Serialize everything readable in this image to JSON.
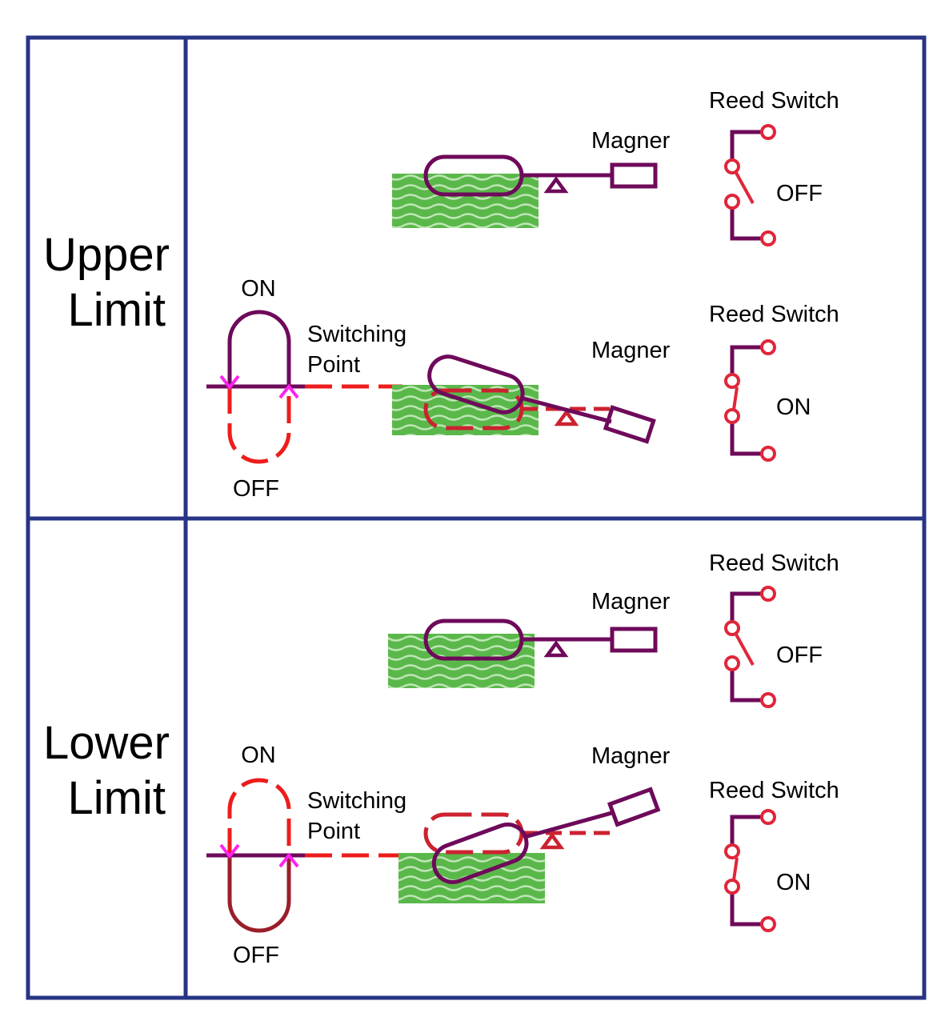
{
  "colors": {
    "frame": "#283484",
    "arm": "#6e0a5a",
    "switch_red": "#e0263a",
    "dash_red": "#cc2230",
    "water": "#5ab84a",
    "water_light": "#bfe6b6",
    "arrow_magenta": "#ff22ee",
    "dark_red": "#9a1e2a"
  },
  "rows": [
    {
      "title_line1": "Upper",
      "title_line2": "Limit",
      "top": {
        "magnet_label": "Magner",
        "switch_label": "Reed Switch",
        "switch_state": "OFF"
      },
      "bottom": {
        "on_label": "ON",
        "off_label": "OFF",
        "switching_line1": "Switching",
        "switching_line2": "Point",
        "magnet_label": "Magner",
        "switch_label": "Reed Switch",
        "switch_state": "ON"
      }
    },
    {
      "title_line1": "Lower",
      "title_line2": "Limit",
      "top": {
        "magnet_label": "Magner",
        "switch_label": "Reed Switch",
        "switch_state": "OFF"
      },
      "bottom": {
        "on_label": "ON",
        "off_label": "OFF",
        "switching_line1": "Switching",
        "switching_line2": "Point",
        "magnet_label": "Magner",
        "switch_label": "Reed Switch",
        "switch_state": "ON"
      }
    }
  ]
}
